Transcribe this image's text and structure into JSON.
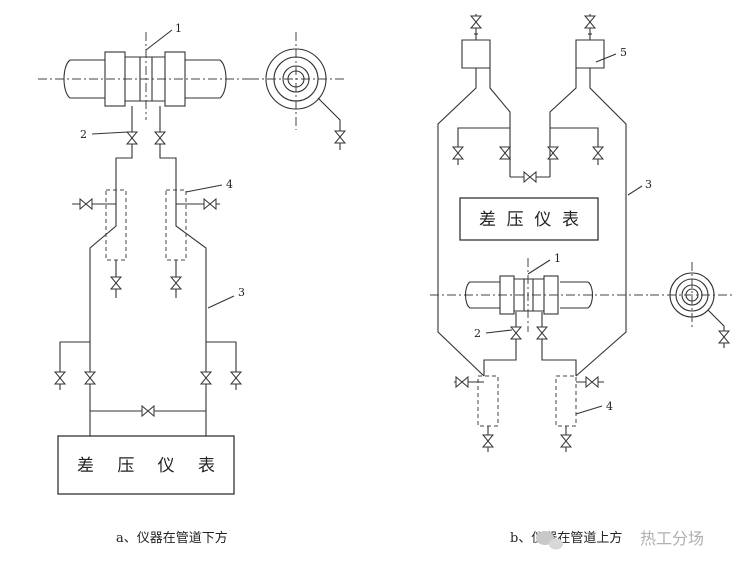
{
  "diagram_a": {
    "meter_label": "差 压 仪 表",
    "caption": "a、仪器在管道下方",
    "callouts": [
      "1",
      "2",
      "3",
      "4"
    ]
  },
  "diagram_b": {
    "meter_label": "差 压 仪 表",
    "caption": "b、仪器在管道上方",
    "callouts": [
      "1",
      "2",
      "3",
      "4",
      "5"
    ]
  },
  "watermark": "热工分场"
}
